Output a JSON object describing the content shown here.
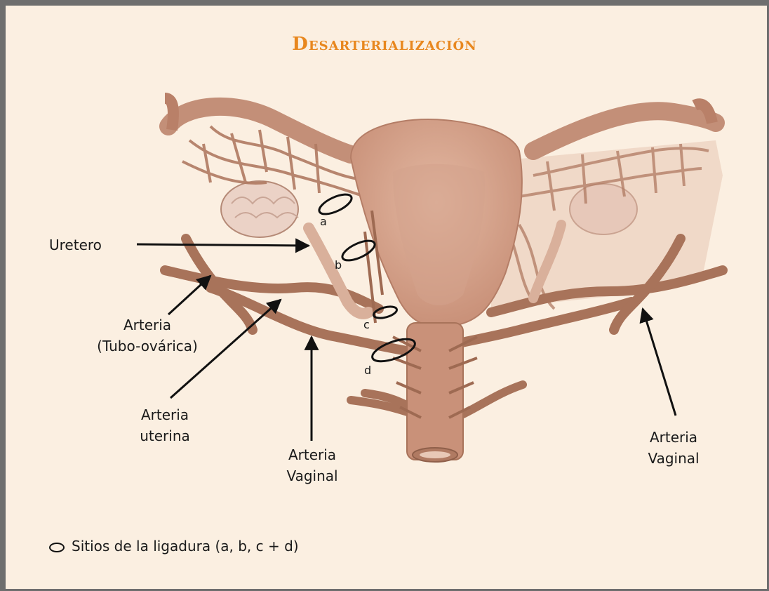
{
  "title": "Desarterialización",
  "labels": {
    "uretero": "Uretero",
    "arteria_tubo_ovarica_line1": "Arteria",
    "arteria_tubo_ovarica_line2": "(Tubo-ovárica)",
    "arteria_uterina_line1": "Arteria",
    "arteria_uterina_line2": "uterina",
    "arteria_vaginal_center_line1": "Arteria",
    "arteria_vaginal_center_line2": "Vaginal",
    "arteria_vaginal_right_line1": "Arteria",
    "arteria_vaginal_right_line2": "Vaginal"
  },
  "ligation_sites": [
    "a",
    "b",
    "c",
    "d"
  ],
  "legend": {
    "text": "Sitios de la ligadura (a, b, c + d)"
  },
  "colors": {
    "title": "#e8871e",
    "background": "#fbefe1",
    "tissue": "#d7a88f",
    "vessel": "#a8735a",
    "frame": "#6e6e6e"
  }
}
